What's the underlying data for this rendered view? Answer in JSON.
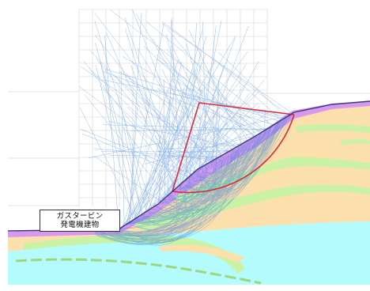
{
  "building_label": {
    "line1": "ガスタービン",
    "line2": "発電機建物"
  },
  "colors": {
    "water": "#b3fbfd",
    "sand": "#fbdfad",
    "green_layer": "#c9f2a5",
    "purple_layer": "#d898ef",
    "search_lines": "#3f84d8",
    "failure_surface": "#e0283a",
    "grid": "#cfcfcf"
  },
  "icons": [
    "slip-circle-search-fan",
    "critical-failure-surface"
  ]
}
